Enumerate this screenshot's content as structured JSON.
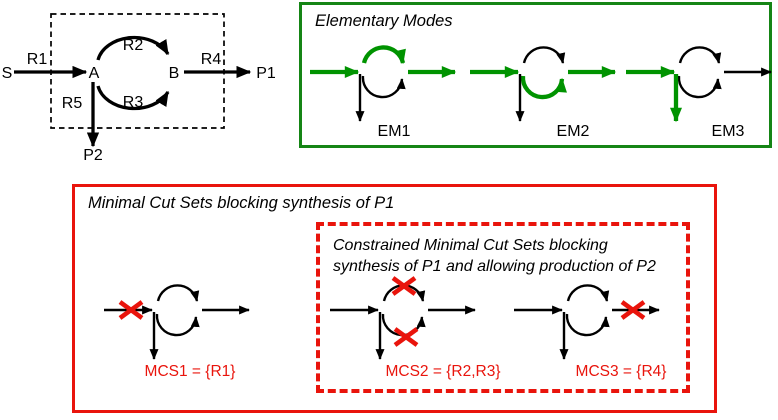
{
  "palette": {
    "green": "#009300",
    "green_border": "#158515",
    "black": "#000000",
    "red": "#e9140c"
  },
  "network_diagram": {
    "substrate_label": "S",
    "node_a_label": "A",
    "node_b_label": "B",
    "product1_label": "P1",
    "product2_label": "P2",
    "r1_label": "R1",
    "r2_label": "R2",
    "r3_label": "R3",
    "r4_label": "R4",
    "r5_label": "R5"
  },
  "elementary_modes": {
    "panel_title": "Elementary Modes",
    "modes": [
      {
        "label": "EM1",
        "active_reactions": [
          "R1",
          "R2",
          "R4"
        ]
      },
      {
        "label": "EM2",
        "active_reactions": [
          "R1",
          "R3",
          "R4"
        ]
      },
      {
        "label": "EM3",
        "active_reactions": [
          "R1",
          "R5"
        ]
      }
    ]
  },
  "minimal_cut_sets": {
    "panel_title": "Minimal Cut Sets blocking synthesis of P1",
    "constrained_panel_title_line1": "Constrained Minimal Cut Sets blocking",
    "constrained_panel_title_line2": "synthesis of P1 and allowing production of P2",
    "sets": [
      {
        "label": "MCS1 = {R1}",
        "cut_reactions": [
          "R1"
        ]
      },
      {
        "label": "MCS2 = {R2,R3}",
        "cut_reactions": [
          "R2",
          "R3"
        ]
      },
      {
        "label": "MCS3 = {R4}",
        "cut_reactions": [
          "R4"
        ]
      }
    ]
  }
}
